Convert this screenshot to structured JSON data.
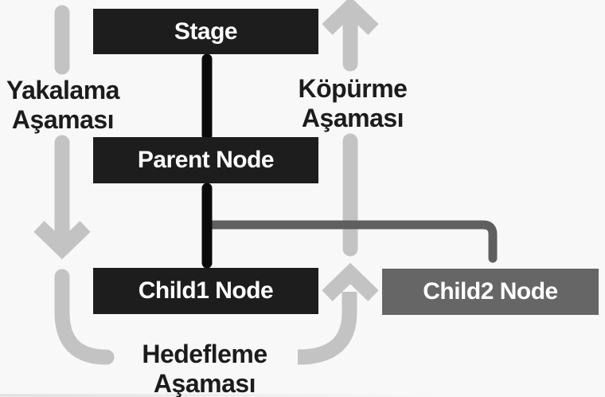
{
  "diagram": {
    "description": "Event flow phases diagram",
    "nodes": [
      {
        "id": "stage",
        "label": "Stage",
        "color": "#1d1d1d"
      },
      {
        "id": "parent",
        "label": "Parent Node",
        "color": "#1d1d1d"
      },
      {
        "id": "child1",
        "label": "Child1 Node",
        "color": "#1d1d1d"
      },
      {
        "id": "child2",
        "label": "Child2 Node",
        "color": "#666666"
      }
    ],
    "phases": [
      {
        "id": "capture",
        "line1": "Yakalama",
        "line2": "Aşaması",
        "arrow_direction": "down"
      },
      {
        "id": "bubbling",
        "line1": "Köpürme",
        "line2": "Aşaması",
        "arrow_direction": "up"
      },
      {
        "id": "targeting",
        "line1": "Hedefleme",
        "line2": "Aşaması",
        "arrow_direction": "curved-up"
      }
    ],
    "colors": {
      "background": "#f8f8f8",
      "node_black": "#1d1d1d",
      "node_gray": "#666666",
      "node_text": "#ffffff",
      "phase_arrow_gray": "#c3c3c3",
      "tree_connector_black": "#0b0b0b",
      "child2_connector_gray": "#5f5f5f",
      "label_text": "#1c1c1c"
    }
  }
}
